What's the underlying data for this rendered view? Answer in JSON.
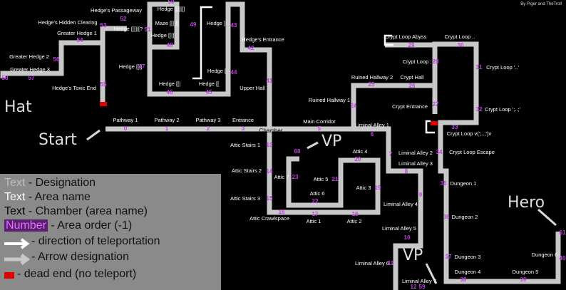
{
  "credit": "By Piger and TheTroll",
  "colors": {
    "corridor": "#c8c8c8",
    "segment_dark": "#6e7f7a",
    "segment_light": "#9fa8a5",
    "order_number": "#c040e0",
    "dead_end": "#e00000",
    "label": "#ffffff",
    "legend_bg": "#8a8a8a"
  },
  "callouts": [
    {
      "text": "Hat"
    },
    {
      "text": "Start"
    },
    {
      "text": "VP"
    },
    {
      "text": "VP"
    },
    {
      "text": "Hero"
    }
  ],
  "areas": [
    {
      "name": "Pathway 1",
      "order": "0"
    },
    {
      "name": "Pathway 2",
      "order": "1"
    },
    {
      "name": "Pathway 3",
      "order": "2"
    },
    {
      "name": "Entrance",
      "order": "3"
    },
    {
      "name": "Chamber",
      "order": ""
    },
    {
      "name": "Main Corridor",
      "order": "5"
    },
    {
      "name": "Liminal Alley 1",
      "order": "6"
    },
    {
      "name": "Liminal Alley 2",
      "order": "7"
    },
    {
      "name": "Liminal Alley 3",
      "order": "8"
    },
    {
      "name": "Liminal Alley 4",
      "order": "9"
    },
    {
      "name": "Liminal Alley 5",
      "order": "10"
    },
    {
      "name": "Liminal Alley 6",
      "order": "11"
    },
    {
      "name": "Liminal Alley 7",
      "order": "12"
    },
    {
      "name": "Attic Stairs 1",
      "order": "13"
    },
    {
      "name": "Attic Stairs 2",
      "order": "14"
    },
    {
      "name": "Attic Stairs 3",
      "order": "15"
    },
    {
      "name": "Attic Crawlspace",
      "order": "16"
    },
    {
      "name": "Attic 1",
      "order": "17"
    },
    {
      "name": "Attic 2",
      "order": "18"
    },
    {
      "name": "Attic 3",
      "order": "19"
    },
    {
      "name": "Attic 4",
      "order": "20"
    },
    {
      "name": "Attic 5",
      "order": "21"
    },
    {
      "name": "Attic 6",
      "order": "22"
    },
    {
      "name": "Attic 7",
      "order": "23"
    },
    {
      "name": "Ruined Hallway 1",
      "order": "24"
    },
    {
      "name": "Ruined Hallway 2",
      "order": "25"
    },
    {
      "name": "Crypt Hall",
      "order": "26"
    },
    {
      "name": "Crypt Entrance",
      "order": "27"
    },
    {
      "name": "Crypt Loop ;",
      "order": "28"
    },
    {
      "name": "Crypt Loop Abyss",
      "order": "29"
    },
    {
      "name": "Crypt Loop ..",
      "order": "30"
    },
    {
      "name": "Crypt Loop '..'",
      "order": "31"
    },
    {
      "name": "Crypt Loop ';..;'",
      "order": "32"
    },
    {
      "name": "Crypt Loop v(';..;')v",
      "order": "33"
    },
    {
      "name": "Crypt Loop Escape",
      "order": "34"
    },
    {
      "name": "Dungeon 1",
      "order": "35"
    },
    {
      "name": "Dungeon 2",
      "order": "36"
    },
    {
      "name": "Dungeon 3",
      "order": "37"
    },
    {
      "name": "Dungeon 4",
      "order": "38"
    },
    {
      "name": "Dungeon 5",
      "order": "39"
    },
    {
      "name": "Dungeon 6",
      "order": "40"
    },
    {
      "name": "Upper Hall",
      "order": "41"
    },
    {
      "name": "Hedge's Entrance",
      "order": "42"
    },
    {
      "name": "Hedge ]",
      "order": "43"
    },
    {
      "name": "Hedge [",
      "order": "44"
    },
    {
      "name": "Hedge [[",
      "order": "45"
    },
    {
      "name": "Hedge [[|",
      "order": "46"
    },
    {
      "name": "Hedge [[|]",
      "order": "47"
    },
    {
      "name": "Hedge [[|]]",
      "order": "48"
    },
    {
      "name": "Maze [[|]|]",
      "order": "49"
    },
    {
      "name": "Hedge [[|]|]]",
      "order": "50"
    },
    {
      "name": "Hedge [[|]|[?",
      "order": "51"
    },
    {
      "name": "Hedge's Passageway",
      "order": "52"
    },
    {
      "name": "Hedge's Hidden Clearing",
      "order": "53"
    },
    {
      "name": "Greater Hedge 1",
      "order": "54"
    },
    {
      "name": "Hedge's Toxic End",
      "order": "55"
    },
    {
      "name": "Greater Hedge 2",
      "order": "56"
    },
    {
      "name": "Greater Hedge 3",
      "order": "57"
    },
    {
      "name": "",
      "order": "58"
    },
    {
      "name": "",
      "order": "59"
    },
    {
      "name": "",
      "order": "60"
    },
    {
      "name": "",
      "order": "61"
    }
  ],
  "legend": [
    {
      "sample": "Text",
      "desc": " - Designation"
    },
    {
      "sample": "Text",
      "desc": " - Area name"
    },
    {
      "sample": "Text",
      "desc": " - Chamber (area name)"
    },
    {
      "sample": "Number",
      "desc": " - Area order (-1)"
    },
    {
      "sample": "",
      "desc": "- direction of teleportation"
    },
    {
      "sample": "",
      "desc": "- Arrow designation"
    },
    {
      "sample": "",
      "desc": " - dead end (no teleport)"
    }
  ]
}
